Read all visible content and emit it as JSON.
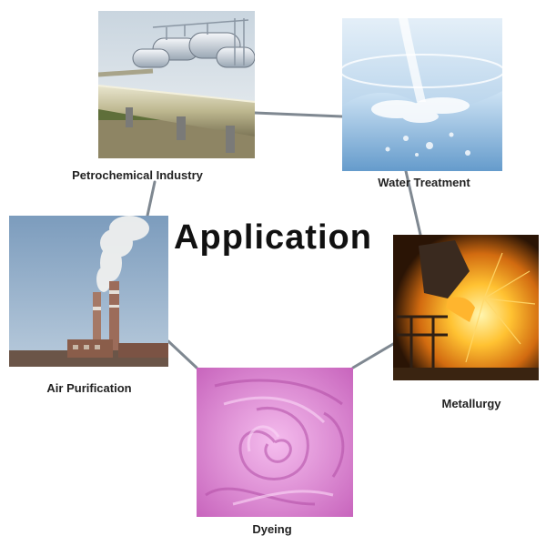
{
  "diagram": {
    "title": "Application",
    "items": [
      {
        "id": "petro",
        "label": "Petrochemical Industry",
        "image": "pipeline-refinery-photo"
      },
      {
        "id": "water",
        "label": "Water Treatment",
        "image": "water-glass-photo"
      },
      {
        "id": "air",
        "label": "Air Purification",
        "image": "smokestack-photo"
      },
      {
        "id": "metal",
        "label": "Metallurgy",
        "image": "molten-metal-photo"
      },
      {
        "id": "dye",
        "label": "Dyeing",
        "image": "pink-fabric-photo"
      }
    ]
  },
  "colors": {
    "connector": "#7f8891",
    "title": "#111111",
    "label": "#222222",
    "fabric": "#e38ed8",
    "molten": "#f0a020",
    "water": "#a8cce9",
    "sky": "#9fb8cf"
  }
}
